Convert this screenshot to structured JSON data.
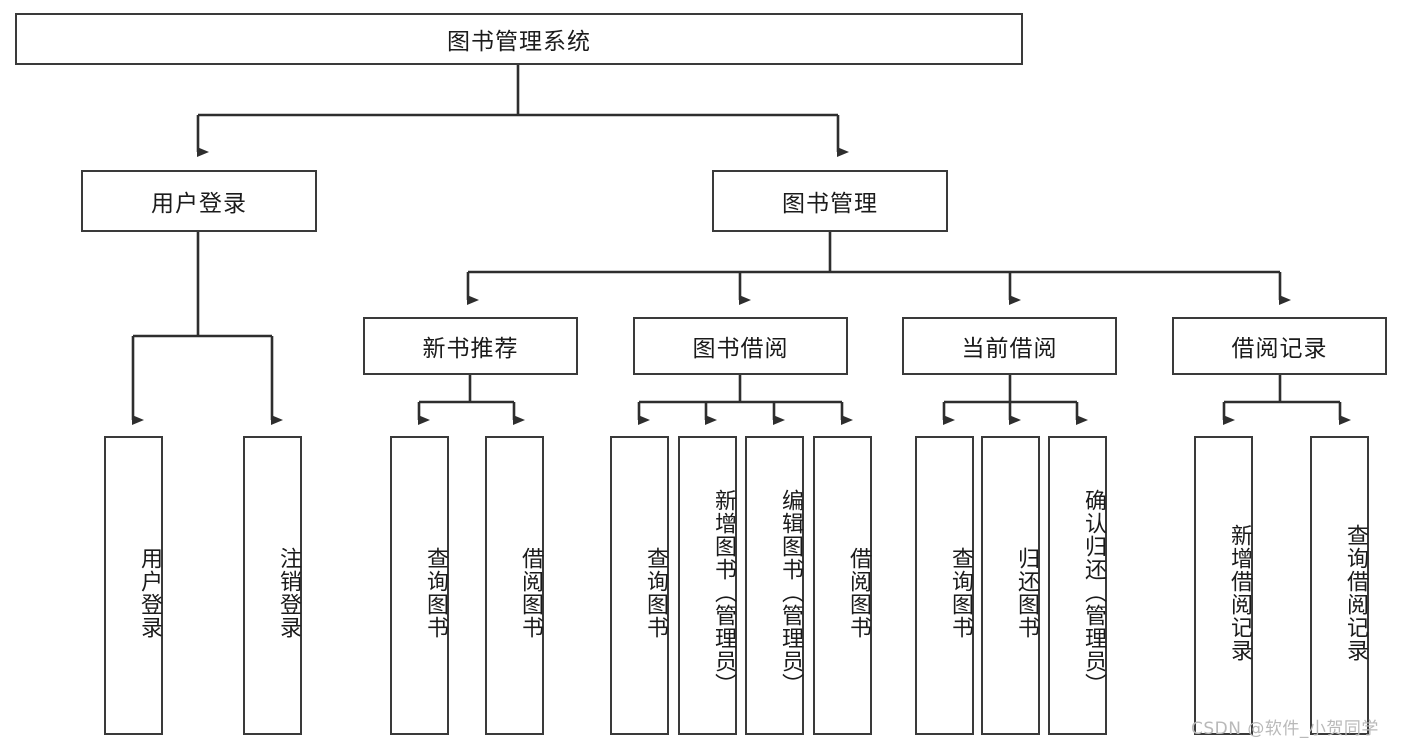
{
  "diagram": {
    "title": "图书管理系统",
    "watermark": "CSDN @软件_小贺同学",
    "colors": {
      "box_border": "#3a3a3a",
      "edge": "#2e2e2e",
      "text": "#1b1b1b",
      "background": "#ffffff",
      "watermark": "#b9b9b9"
    },
    "levels": {
      "root": {
        "label": "图书管理系统"
      },
      "level2": [
        {
          "label": "用户登录"
        },
        {
          "label": "图书管理"
        }
      ],
      "level3": [
        {
          "label": "新书推荐"
        },
        {
          "label": "图书借阅"
        },
        {
          "label": "当前借阅"
        },
        {
          "label": "借阅记录"
        }
      ],
      "leaves": {
        "user_login": [
          {
            "label": "用户登录"
          },
          {
            "label": "注销登录"
          }
        ],
        "new_book_recommend": [
          {
            "label": "查询图书"
          },
          {
            "label": "借阅图书"
          }
        ],
        "book_borrow": [
          {
            "label": "查询图书"
          },
          {
            "label": "新增图书（管理员）"
          },
          {
            "label": "编辑图书（管理员）"
          },
          {
            "label": "借阅图书"
          }
        ],
        "current_borrow": [
          {
            "label": "查询图书"
          },
          {
            "label": "归还图书"
          },
          {
            "label": "确认归还（管理员）"
          }
        ],
        "borrow_record": [
          {
            "label": "新增借阅记录"
          },
          {
            "label": "查询借阅记录"
          }
        ]
      }
    }
  }
}
